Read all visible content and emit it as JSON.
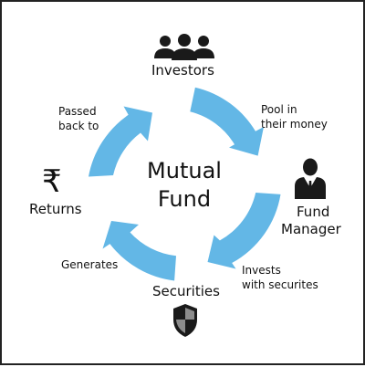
{
  "diagram": {
    "center": {
      "line1": "Mutual",
      "line2": "Fund"
    },
    "nodes": {
      "investors": {
        "label": "Investors",
        "icon": "group-icon"
      },
      "fund_manager": {
        "line1": "Fund",
        "line2": "Manager",
        "icon": "businessman-icon"
      },
      "securities": {
        "label": "Securities",
        "icon": "shield-icon"
      },
      "returns": {
        "label": "Returns",
        "icon": "rupee-icon",
        "symbol": "₹"
      }
    },
    "edges": {
      "pool": {
        "line1": "Pool in",
        "line2": "their money"
      },
      "invests": {
        "line1": "Invests",
        "line2": "with securites"
      },
      "generates": {
        "label": "Generates"
      },
      "passed_back": {
        "line1": "Passed",
        "line2": "back to"
      }
    },
    "colors": {
      "ring": "#63b7e6",
      "text": "#111111",
      "icon": "#1a1a1a",
      "border": "#222222"
    }
  }
}
